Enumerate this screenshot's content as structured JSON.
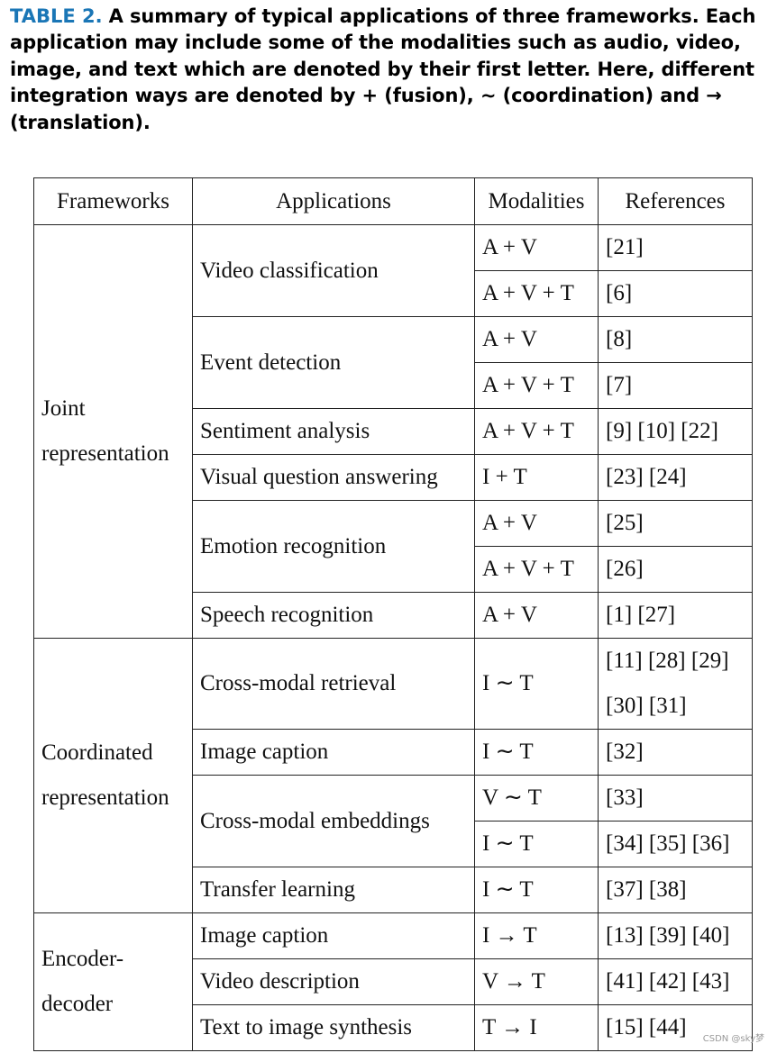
{
  "caption": {
    "label": "TABLE 2.",
    "text": "A summary of typical applications of three frameworks. Each application may include some of the modalities such as audio, video, image, and text which are denoted by their first letter. Here, different integration ways are denoted by + (fusion), ∼ (coordination) and → (translation)."
  },
  "table": {
    "headers": [
      "Frameworks",
      "Applications",
      "Modalities",
      "References"
    ],
    "frameworks": {
      "joint": "Joint representation",
      "coordinated": "Coordinated representation",
      "encoder": "Encoder-decoder"
    },
    "applications": {
      "video_classification": "Video classification",
      "event_detection": "Event detection",
      "sentiment_analysis": "Sentiment analysis",
      "vqa": "Visual question answering",
      "emotion_recognition": "Emotion recognition",
      "speech_recognition": "Speech recognition",
      "cross_modal_retrieval": "Cross-modal retrieval",
      "image_caption_coord": "Image caption",
      "cross_modal_embeddings": "Cross-modal embeddings",
      "transfer_learning": "Transfer learning",
      "image_caption_enc": "Image caption",
      "video_description": "Video description",
      "text_to_image": "Text to image synthesis"
    },
    "rows": [
      {
        "modality": "A + V",
        "refs": "[21]"
      },
      {
        "modality": "A + V + T",
        "refs": "[6]"
      },
      {
        "modality": "A + V",
        "refs": "[8]"
      },
      {
        "modality": "A + V + T",
        "refs": "[7]"
      },
      {
        "modality": "A + V + T",
        "refs": "[9] [10] [22]"
      },
      {
        "modality": "I + T",
        "refs": "[23] [24]"
      },
      {
        "modality": "A + V",
        "refs": "[25]"
      },
      {
        "modality": "A + V + T",
        "refs": "[26]"
      },
      {
        "modality": "A + V",
        "refs": "[1] [27]"
      },
      {
        "modality": "I ∼ T",
        "refs": "[11] [28] [29] [30] [31]"
      },
      {
        "modality": "I ∼ T",
        "refs": "[32]"
      },
      {
        "modality": "V ∼ T",
        "refs": "[33]"
      },
      {
        "modality": "I ∼ T",
        "refs": "[34] [35] [36]"
      },
      {
        "modality": "I ∼ T",
        "refs": "[37] [38]"
      },
      {
        "modality": "I → T",
        "refs": "[13] [39] [40]"
      },
      {
        "modality": "V → T",
        "refs": "[41] [42] [43]"
      },
      {
        "modality": "T → I",
        "refs": "[15] [44]"
      }
    ]
  },
  "watermark": "CSDN @sky梦"
}
